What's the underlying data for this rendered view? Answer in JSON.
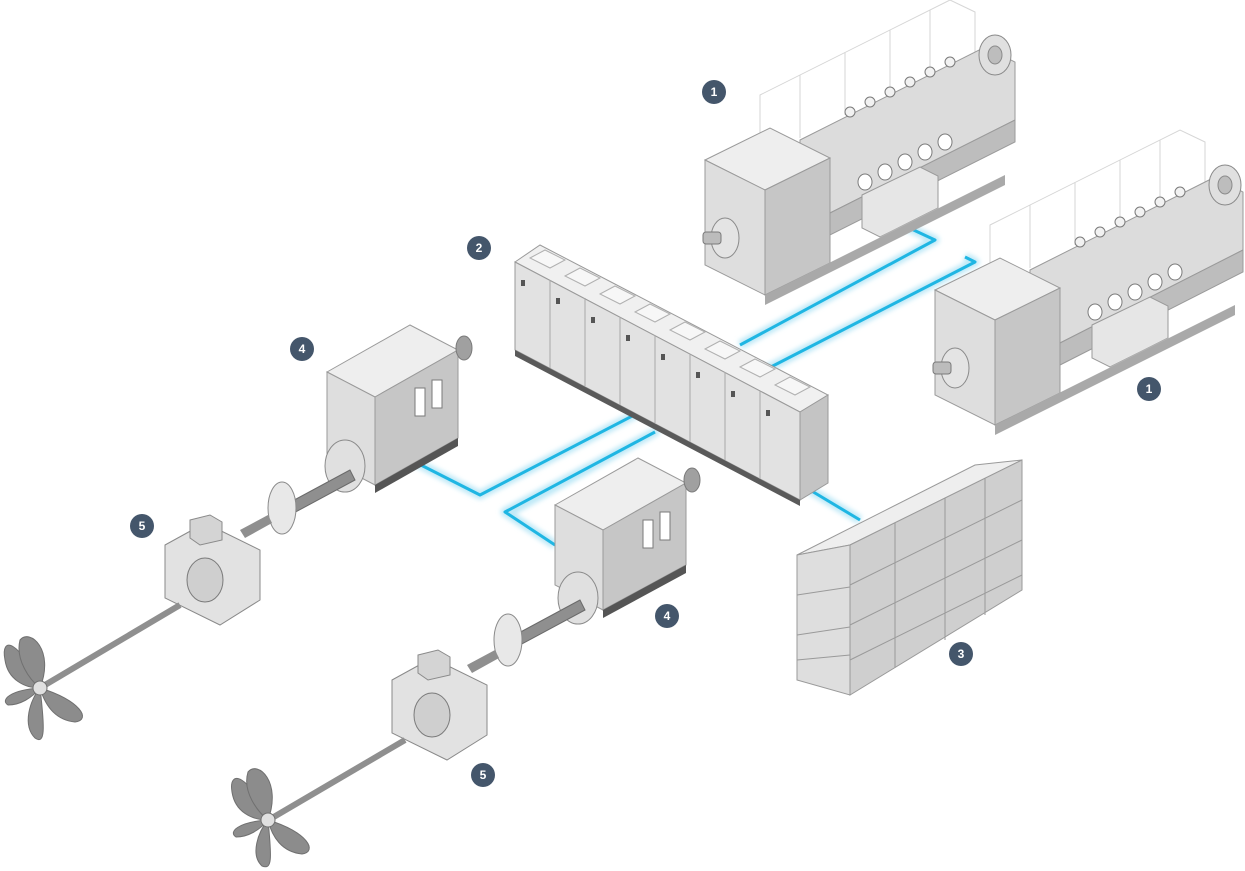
{
  "diagram": {
    "colors": {
      "cable": "#1fb6e3",
      "cable_glow": "#bfe9f7",
      "marker": "#44566b",
      "marker_text": "#ffffff",
      "equipment_light": "#e6e6e6",
      "equipment_mid": "#c9c9c9",
      "equipment_dark": "#8c8c8c"
    },
    "components": {
      "generator_set_1": {
        "marker": "1",
        "icon": "diesel-generator-icon"
      },
      "generator_set_2": {
        "marker": "1",
        "icon": "diesel-generator-icon"
      },
      "switchboard": {
        "marker": "2",
        "icon": "switchboard-icon"
      },
      "battery_bank": {
        "marker": "3",
        "icon": "battery-rack-icon"
      },
      "propulsion_motor_port": {
        "marker": "4",
        "icon": "electric-motor-icon"
      },
      "propulsion_motor_starboard": {
        "marker": "4",
        "icon": "electric-motor-icon"
      },
      "gearbox_propeller_port": {
        "marker": "5",
        "icon": "propeller-gearbox-icon"
      },
      "gearbox_propeller_starboard": {
        "marker": "5",
        "icon": "propeller-gearbox-icon"
      }
    }
  }
}
